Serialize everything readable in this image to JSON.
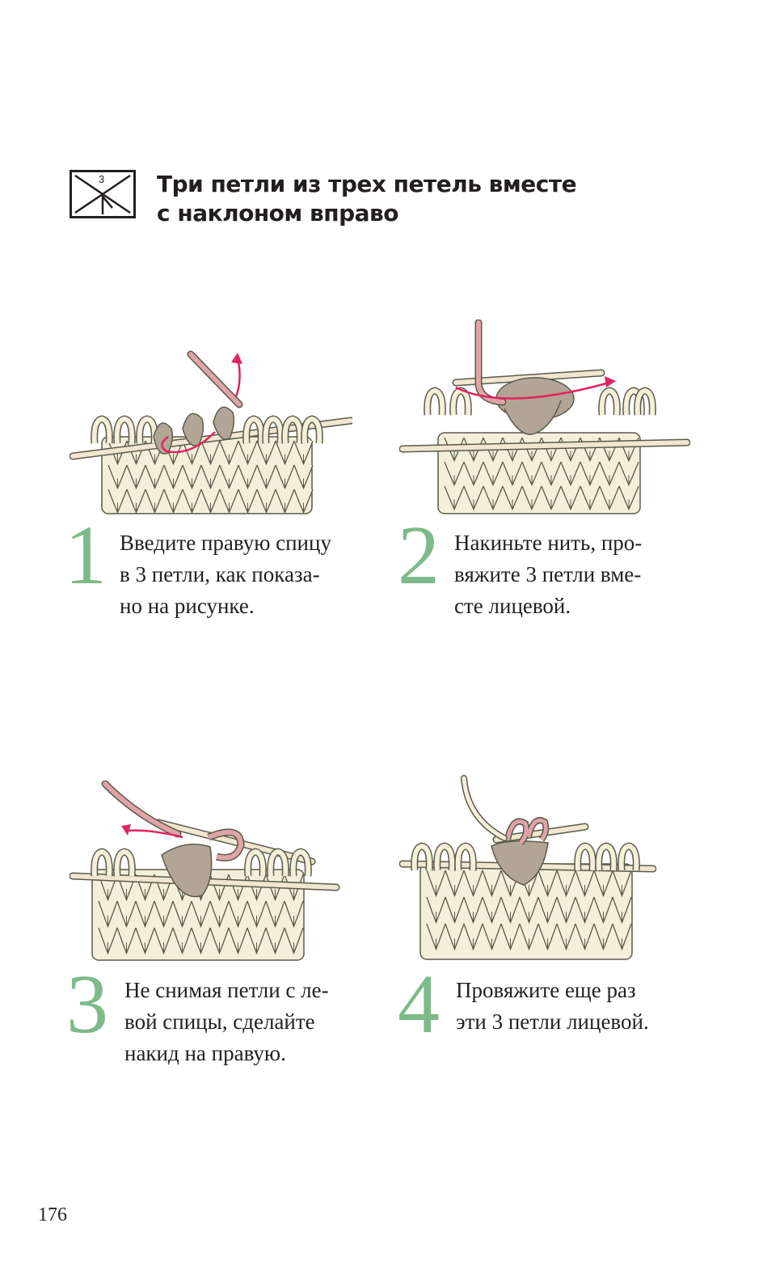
{
  "header": {
    "symbol_number": "3",
    "title_lines": [
      "Три петли из трех петель вместе",
      "с наклоном вправо"
    ]
  },
  "steps": [
    {
      "number": "1",
      "text_lines": [
        "Введите правую спицу",
        "в 3 петли, как показа-",
        "но на рисунке."
      ]
    },
    {
      "number": "2",
      "text_lines": [
        "Накиньте нить, про-",
        "вяжите 3 петли вме-",
        "сте лицевой."
      ]
    },
    {
      "number": "3",
      "text_lines": [
        "Не снимая петли с ле-",
        "вой спицы, сделайте",
        "накид на правую."
      ]
    },
    {
      "number": "4",
      "text_lines": [
        "Провяжите еще раз",
        "эти 3 петли лицевой."
      ]
    }
  ],
  "page_number": "176",
  "colors": {
    "accent_green": "#7dba8a",
    "yarn_cream": "#f4efd9",
    "yarn_outline": "#5a5a4a",
    "yarn_taupe": "#b3a596",
    "yarn_pink": "#e0a3a8",
    "arrow_red": "#e0245e",
    "needle": "#f1e6cf"
  },
  "icons": {
    "chart_symbol": "three-together-right-slant-symbol-icon",
    "step_illustrations": [
      "knitting-step-1-illustration",
      "knitting-step-2-illustration",
      "knitting-step-3-illustration",
      "knitting-step-4-illustration"
    ]
  }
}
